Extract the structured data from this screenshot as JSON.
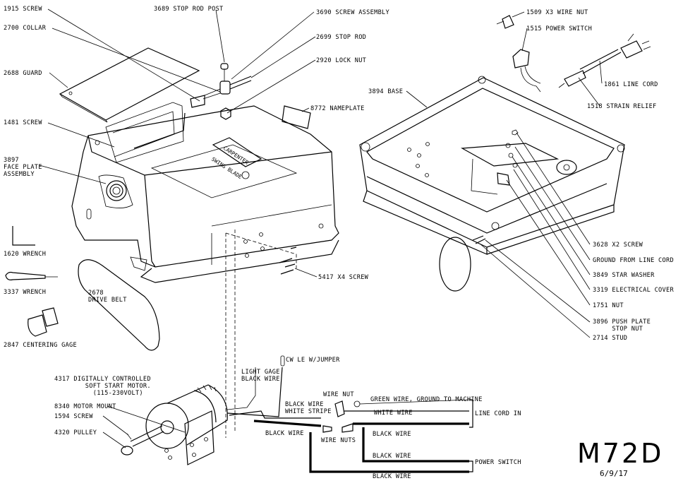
{
  "labels": {
    "l1915": "1915 SCREW",
    "l2700": "2700 COLLAR",
    "l2688": "2688 GUARD",
    "l1481": "1481 SCREW",
    "l3897": "3897\nFACE PLATE\nASSEMBLY",
    "l1620": "1620 WRENCH",
    "l3337": "3337 WRENCH",
    "l2847": "2847 CENTERING GAGE",
    "l2678": "2678\nDRIVE BELT",
    "l3689": "3689 STOP ROD POST",
    "l3690": "3690 SCREW ASSEMBLY",
    "l2699": "2699 STOP ROD",
    "l2920": "2920 LOCK NUT",
    "l8772": "8772 NAMEPLATE",
    "l5417": "5417 X4 SCREW",
    "l1509": "1509 X3 WIRE NUT",
    "l1515": "1515 POWER SWITCH",
    "l1861": "1861 LINE CORD",
    "l1518": "1518 STRAIN RELIEF",
    "l3894": "3894 BASE",
    "l3628": "3628 X2 SCREW",
    "lground": "GROUND FROM LINE CORD",
    "l3849": "3849 STAR WASHER",
    "l3319": "3319 ELECTRICAL COVER",
    "l1751": "1751 NUT",
    "l3896": "3896 PUSH PLATE\n     STOP NUT",
    "l2714": "2714 STUD",
    "l4317": "4317 DIGITALLY CONTROLLED\n        SOFT START MOTOR.\n          (115-230VOLT)",
    "l8340": "8340 MOTOR MOUNT",
    "l1594": "1594 SCREW",
    "l4320": "4320 PULLEY",
    "lcwle": "CW LE W/JUMPER",
    "llight": "LIGHT GAGE\nBLACK WIRE",
    "lwirenut": "WIRE NUT",
    "lbws": "BLACK WIRE\nWHITE STRIPE",
    "lgreen": "GREEN WIRE, GROUND TO MACHINE",
    "lwhite": "WHITE WIRE",
    "llinecord": "LINE CORD IN",
    "lbw1": "BLACK WIRE",
    "lbw2": "BLACK WIRE",
    "lwirenuts": "WIRE NUTS",
    "lbw3": "BLACK WIRE",
    "lbw4": "BLACK WIRE",
    "lpowersw": "POWER SWITCH",
    "model": "M72D",
    "date": "6/9/17",
    "cover_brand": "CARPENTER",
    "cover_sub": "SWING BLADE"
  }
}
